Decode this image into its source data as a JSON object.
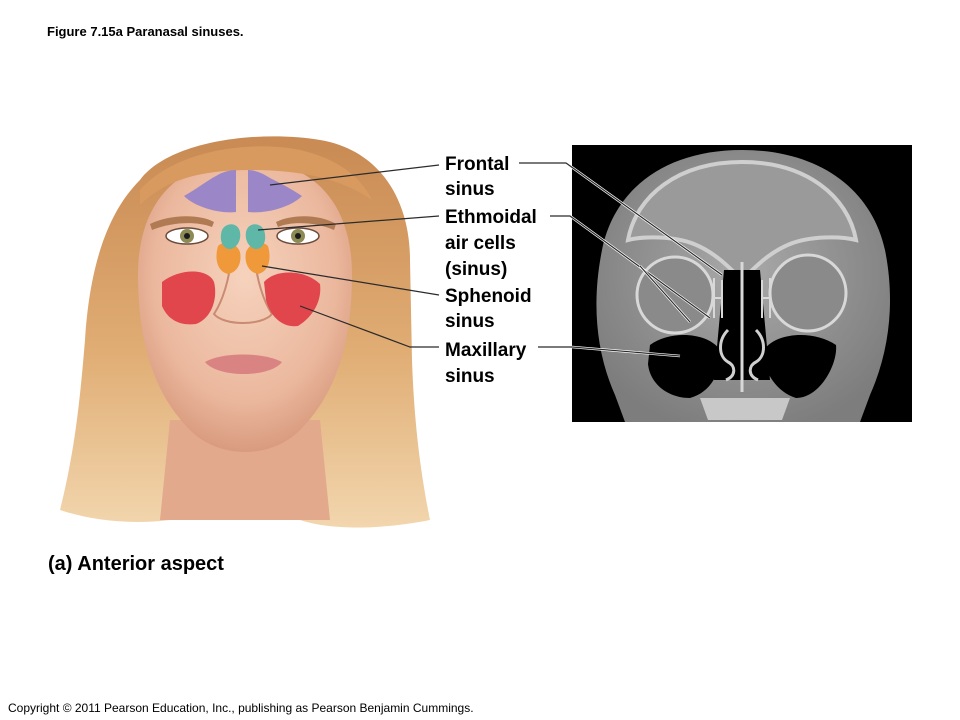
{
  "figure_title": "Figure 7.15a  Paranasal sinuses.",
  "caption": "(a) Anterior aspect",
  "copyright": "Copyright © 2011 Pearson Education, Inc., publishing as Pearson Benjamin Cummings.",
  "labels": {
    "frontal": [
      "Frontal",
      "sinus"
    ],
    "ethmoidal": [
      "Ethmoidal",
      "air cells",
      "(sinus)"
    ],
    "sphenoid": [
      "Sphenoid",
      "sinus"
    ],
    "maxillary": [
      "Maxillary",
      "sinus"
    ]
  },
  "colors": {
    "frontal_sinus": "#9b87c7",
    "ethmoidal_sinus": "#5fb7a8",
    "sphenoid_sinus": "#f0993a",
    "maxillary_sinus": "#e0464b",
    "ct_background": "#000000"
  }
}
